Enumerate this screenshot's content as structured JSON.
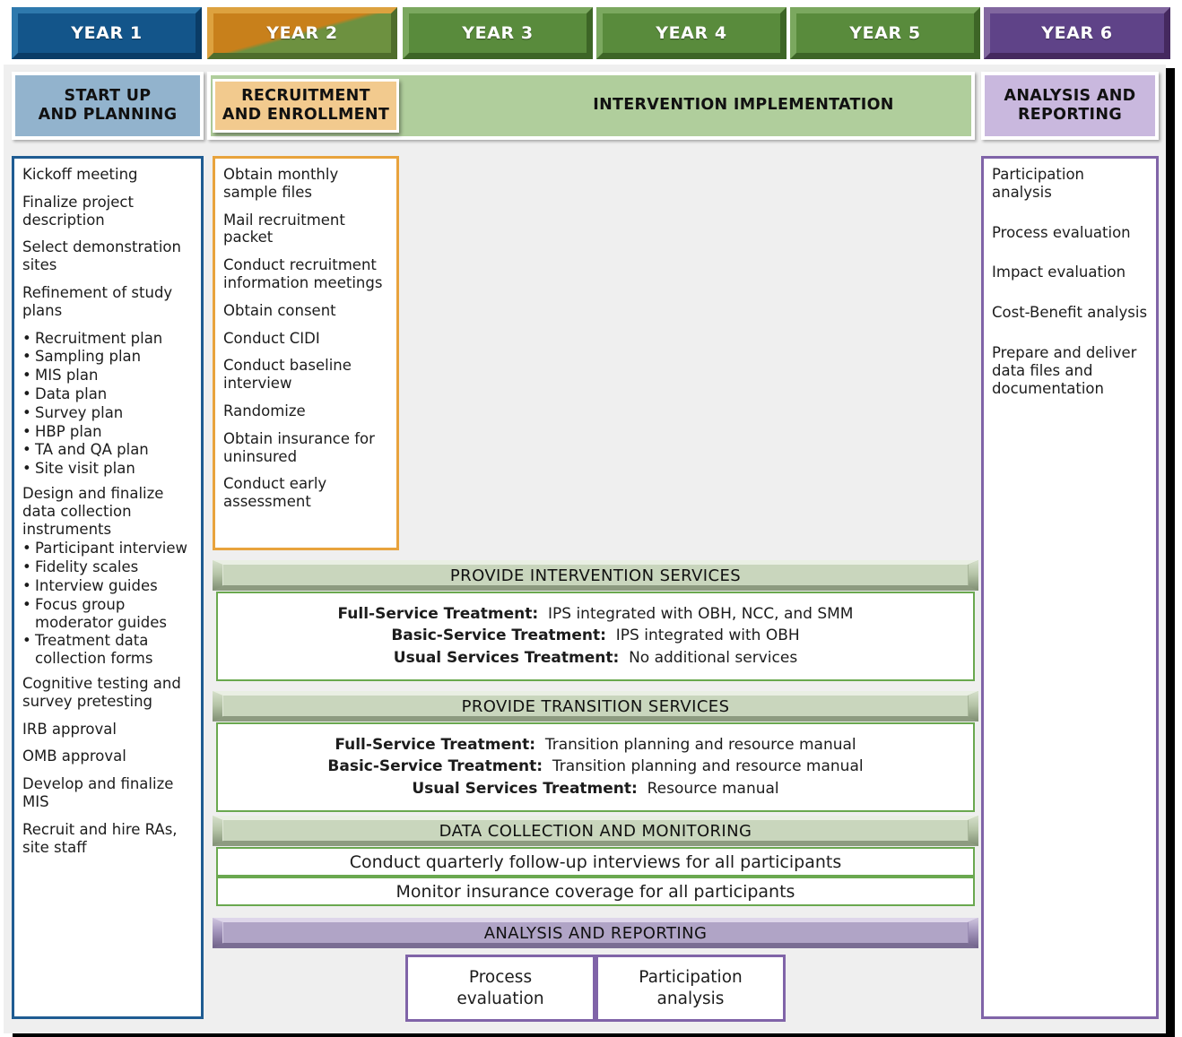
{
  "years": [
    {
      "label": "YEAR 1",
      "style": "blue"
    },
    {
      "label": "YEAR 2",
      "style": "split"
    },
    {
      "label": "YEAR 3",
      "style": "green"
    },
    {
      "label": "YEAR 4",
      "style": "green"
    },
    {
      "label": "YEAR 5",
      "style": "green"
    },
    {
      "label": "YEAR 6",
      "style": "purple"
    }
  ],
  "bands": {
    "startup": "START UP\nAND PLANNING",
    "startup_l1": "START UP",
    "startup_l2": "AND PLANNING",
    "recruitment_l1": "RECRUITMENT",
    "recruitment_l2": "AND ENROLLMENT",
    "intervention": "INTERVENTION IMPLEMENTATION",
    "analysis_l1": "ANALYSIS AND",
    "analysis_l2": "REPORTING"
  },
  "year1_tasks": [
    {
      "type": "task",
      "text": "Kickoff meeting"
    },
    {
      "type": "task",
      "text": "Finalize project description"
    },
    {
      "type": "task",
      "text": "Select demonstration sites"
    },
    {
      "type": "task",
      "text": "Refinement of study plans"
    },
    {
      "type": "bullet",
      "text": "Recruitment plan"
    },
    {
      "type": "bullet",
      "text": "Sampling plan"
    },
    {
      "type": "bullet",
      "text": "MIS plan"
    },
    {
      "type": "bullet",
      "text": "Data plan"
    },
    {
      "type": "bullet",
      "text": "Survey plan"
    },
    {
      "type": "bullet",
      "text": "HBP plan"
    },
    {
      "type": "bullet",
      "text": "TA and QA plan"
    },
    {
      "type": "bullet",
      "text": "Site visit plan"
    },
    {
      "type": "spacer"
    },
    {
      "type": "task-tight",
      "text": "Design and finalize data collection instruments"
    },
    {
      "type": "bullet",
      "text": "Participant interview"
    },
    {
      "type": "bullet",
      "text": "Fidelity scales"
    },
    {
      "type": "bullet",
      "text": "Interview guides"
    },
    {
      "type": "bullet",
      "text": "Focus group moderator guides"
    },
    {
      "type": "bullet",
      "text": "Treatment data collection forms"
    },
    {
      "type": "spacer"
    },
    {
      "type": "task",
      "text": "Cognitive testing and survey pretesting"
    },
    {
      "type": "task",
      "text": "IRB approval"
    },
    {
      "type": "task",
      "text": "OMB approval"
    },
    {
      "type": "task",
      "text": "Develop and finalize MIS"
    },
    {
      "type": "task",
      "text": "Recruit and hire RAs, site staff"
    }
  ],
  "year2_tasks": [
    "Obtain monthly sample files",
    "Mail recruitment packet",
    "Conduct recruitment information meetings",
    "Obtain consent",
    "Conduct CIDI",
    "Conduct baseline interview",
    "Randomize",
    "Obtain insurance for uninsured",
    "Conduct early assessment"
  ],
  "year6_tasks": [
    "Participation analysis",
    "Process evaluation",
    "Impact evaluation",
    "Cost-Benefit analysis",
    "Prepare and deliver data files and documentation"
  ],
  "sections": {
    "intervention_services": {
      "banner": "PROVIDE INTERVENTION SERVICES",
      "rows": [
        {
          "label": "Full-Service Treatment:",
          "value": "IPS integrated with OBH, NCC, and SMM"
        },
        {
          "label": "Basic-Service Treatment:",
          "value": "IPS integrated with OBH"
        },
        {
          "label": "Usual Services Treatment:",
          "value": "No additional services"
        }
      ]
    },
    "transition_services": {
      "banner": "PROVIDE TRANSITION SERVICES",
      "rows": [
        {
          "label": "Full-Service Treatment:",
          "value": "Transition planning and resource manual"
        },
        {
          "label": "Basic-Service Treatment:",
          "value": "Transition planning and resource manual"
        },
        {
          "label": "Usual Services Treatment:",
          "value": "Resource manual"
        }
      ]
    },
    "data_collection": {
      "banner": "DATA COLLECTION AND MONITORING",
      "lines": [
        "Conduct quarterly follow-up interviews for all participants",
        "Monitor insurance coverage for all participants"
      ]
    },
    "analysis_reporting": {
      "banner": "ANALYSIS AND REPORTING",
      "boxes": [
        {
          "l1": "Process",
          "l2": "evaluation"
        },
        {
          "l1": "Participation",
          "l2": "analysis"
        }
      ]
    }
  },
  "colors": {
    "year1": "#13558a",
    "year2_orange": "#c8801b",
    "year_green": "#598b3c",
    "year6_purple": "#5f4388",
    "band_blue": "#92b3cd",
    "band_green": "#b0ce9c",
    "band_orange": "#f2ca8e",
    "band_purple": "#c9b8de",
    "banner_green": "#c9d6bd",
    "banner_purple": "#b0a4c6",
    "panel_border_green": "#6aa84f",
    "background": "#efefef"
  }
}
